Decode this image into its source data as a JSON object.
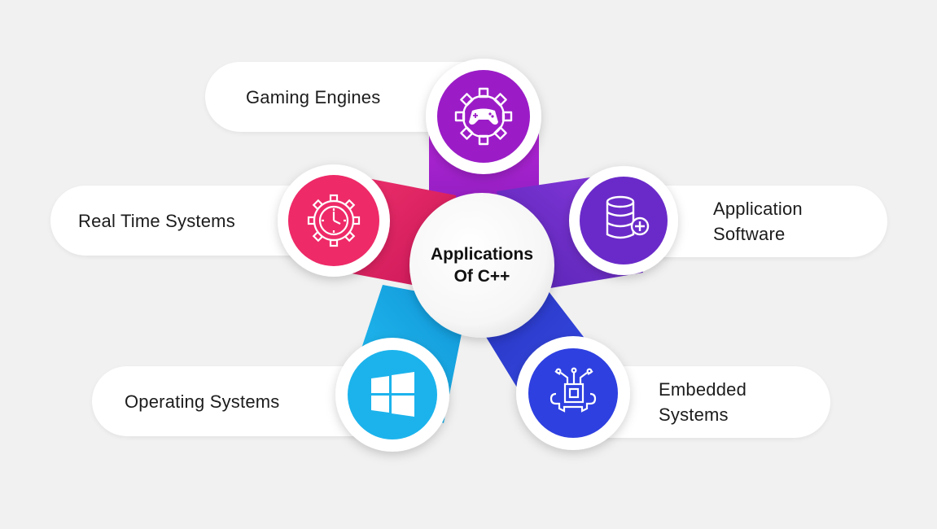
{
  "center": {
    "line1": "Applications",
    "line2": "Of C++"
  },
  "nodes": [
    {
      "label": "Gaming Engines",
      "icon": "gamepad-gear-icon",
      "color": "#9b1fc7"
    },
    {
      "label_line1": "Application",
      "label_line2": "Software",
      "icon": "database-plus-icon",
      "color": "#6a2cc9"
    },
    {
      "label_line1": "Embedded",
      "label_line2": "Systems",
      "icon": "chip-gear-icon",
      "color": "#2e3fe0"
    },
    {
      "label": "Operating Systems",
      "icon": "windows-logo-icon",
      "color": "#1cb3ec"
    },
    {
      "label": "Real Time Systems",
      "icon": "clock-gear-icon",
      "color": "#ee2a68"
    }
  ]
}
